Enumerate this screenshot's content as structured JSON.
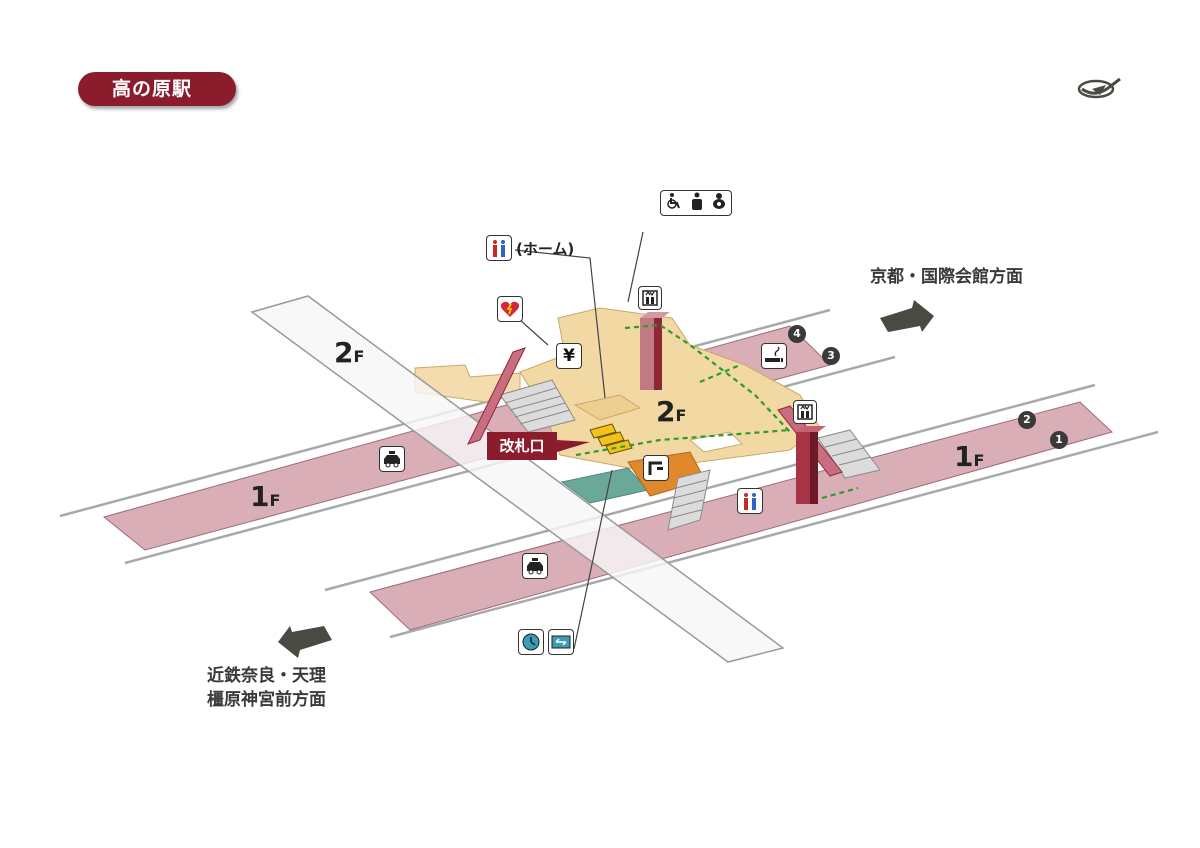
{
  "station": {
    "name": "高の原駅"
  },
  "directions": {
    "north": "京都・国際会館方面",
    "south_line1": "近鉄奈良・天理",
    "south_line2": "橿原神宮前方面"
  },
  "floors": {
    "upper": {
      "number": "2",
      "unit": "F"
    },
    "lower": {
      "number": "1",
      "unit": "F"
    }
  },
  "gate": {
    "label": "改札口"
  },
  "callouts": {
    "toilet_home": "(ホーム)"
  },
  "exits": [
    "1",
    "2",
    "3",
    "4"
  ],
  "icons": {
    "station_logo": "nara-line-logo-icon",
    "aed": "aed-heart-icon",
    "atm": "yen-icon",
    "smoking": "smoking-area-icon",
    "elevator": "elevator-icon",
    "toilet": "toilet-icon",
    "multipurpose_toilet": "wheelchair-icon",
    "ostomy": "ostomy-icon",
    "baby": "baby-care-icon",
    "taxi": "taxi-icon",
    "ticket_office": "ticket-window-icon",
    "clock": "clock-icon",
    "fare_adjust": "fare-adjustment-icon"
  },
  "colors": {
    "brand": "#8b1c2c",
    "platform": "#d9aeb7",
    "concourse": "#f0d9a4",
    "elevator_shaft": "#8e2735",
    "ticket_area": "#6aa89a",
    "office": "#e0882c",
    "route_line": "#2e9b2e"
  }
}
